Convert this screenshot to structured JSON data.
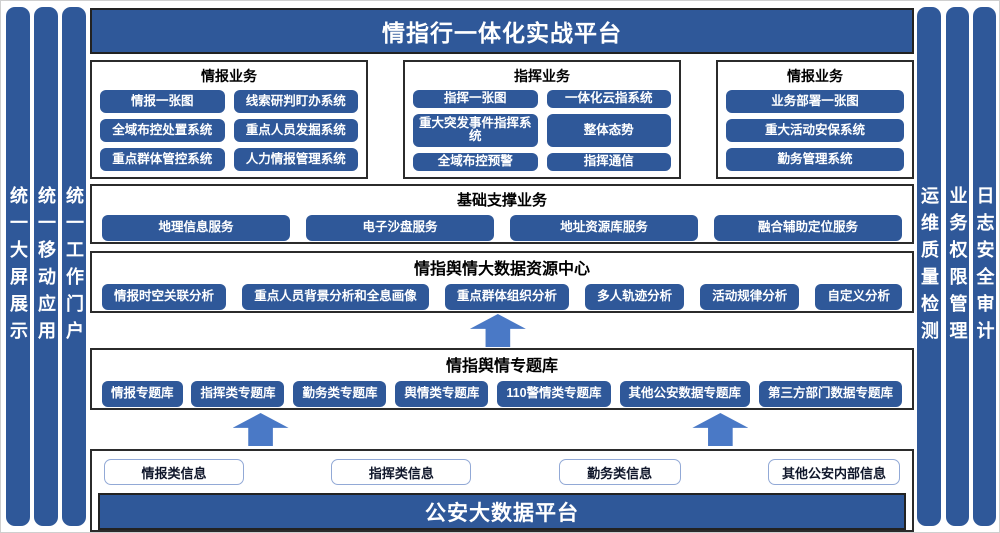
{
  "colors": {
    "primary_blue": "#2f5899",
    "arrow_blue": "#4a79c6",
    "box_border": "#2b2b2b",
    "source_pill_border": "#92a9d6"
  },
  "left_bars": {
    "items": [
      "统一大屏展示",
      "统一移动应用",
      "统一工作门户"
    ]
  },
  "right_bars": {
    "items": [
      "运维质量检测",
      "业务权限管理",
      "日志安全审计"
    ]
  },
  "header": {
    "title": "情指行一体化实战平台"
  },
  "business_groups": {
    "g0": {
      "title": "情报业务",
      "buttons": [
        "情报一张图",
        "线索研判盯办系统",
        "全域布控处置系统",
        "重点人员发掘系统",
        "重点群体管控系统",
        "人力情报管理系统"
      ]
    },
    "g1": {
      "title": "指挥业务",
      "buttons": [
        "指挥一张图",
        "一体化云指系统",
        "重大突发事件指挥系统",
        "整体态势",
        "全域布控预警",
        "指挥通信"
      ]
    },
    "g2": {
      "title": "情报业务",
      "buttons": [
        "业务部署一张图",
        "重大活动安保系统",
        "勤务管理系统"
      ]
    }
  },
  "support": {
    "title": "基础支撑业务",
    "buttons": [
      "地理信息服务",
      "电子沙盘服务",
      "地址资源库服务",
      "融合辅助定位服务"
    ]
  },
  "resource_center": {
    "title": "情指舆情大数据资源中心",
    "buttons": [
      "情报时空关联分析",
      "重点人员背景分析和全息画像",
      "重点群体组织分析",
      "多人轨迹分析",
      "活动规律分析",
      "自定义分析"
    ]
  },
  "topic_library": {
    "title": "情指舆情专题库",
    "buttons": [
      "情报专题库",
      "指挥类专题库",
      "勤务类专题库",
      "舆情类专题库",
      "110警情类专题库",
      "其他公安数据专题库",
      "第三方部门数据专题库"
    ]
  },
  "data_layer": {
    "sources": [
      "情报类信息",
      "指挥类信息",
      "勤务类信息",
      "其他公安内部信息"
    ]
  },
  "footer": {
    "title": "公安大数据平台"
  }
}
